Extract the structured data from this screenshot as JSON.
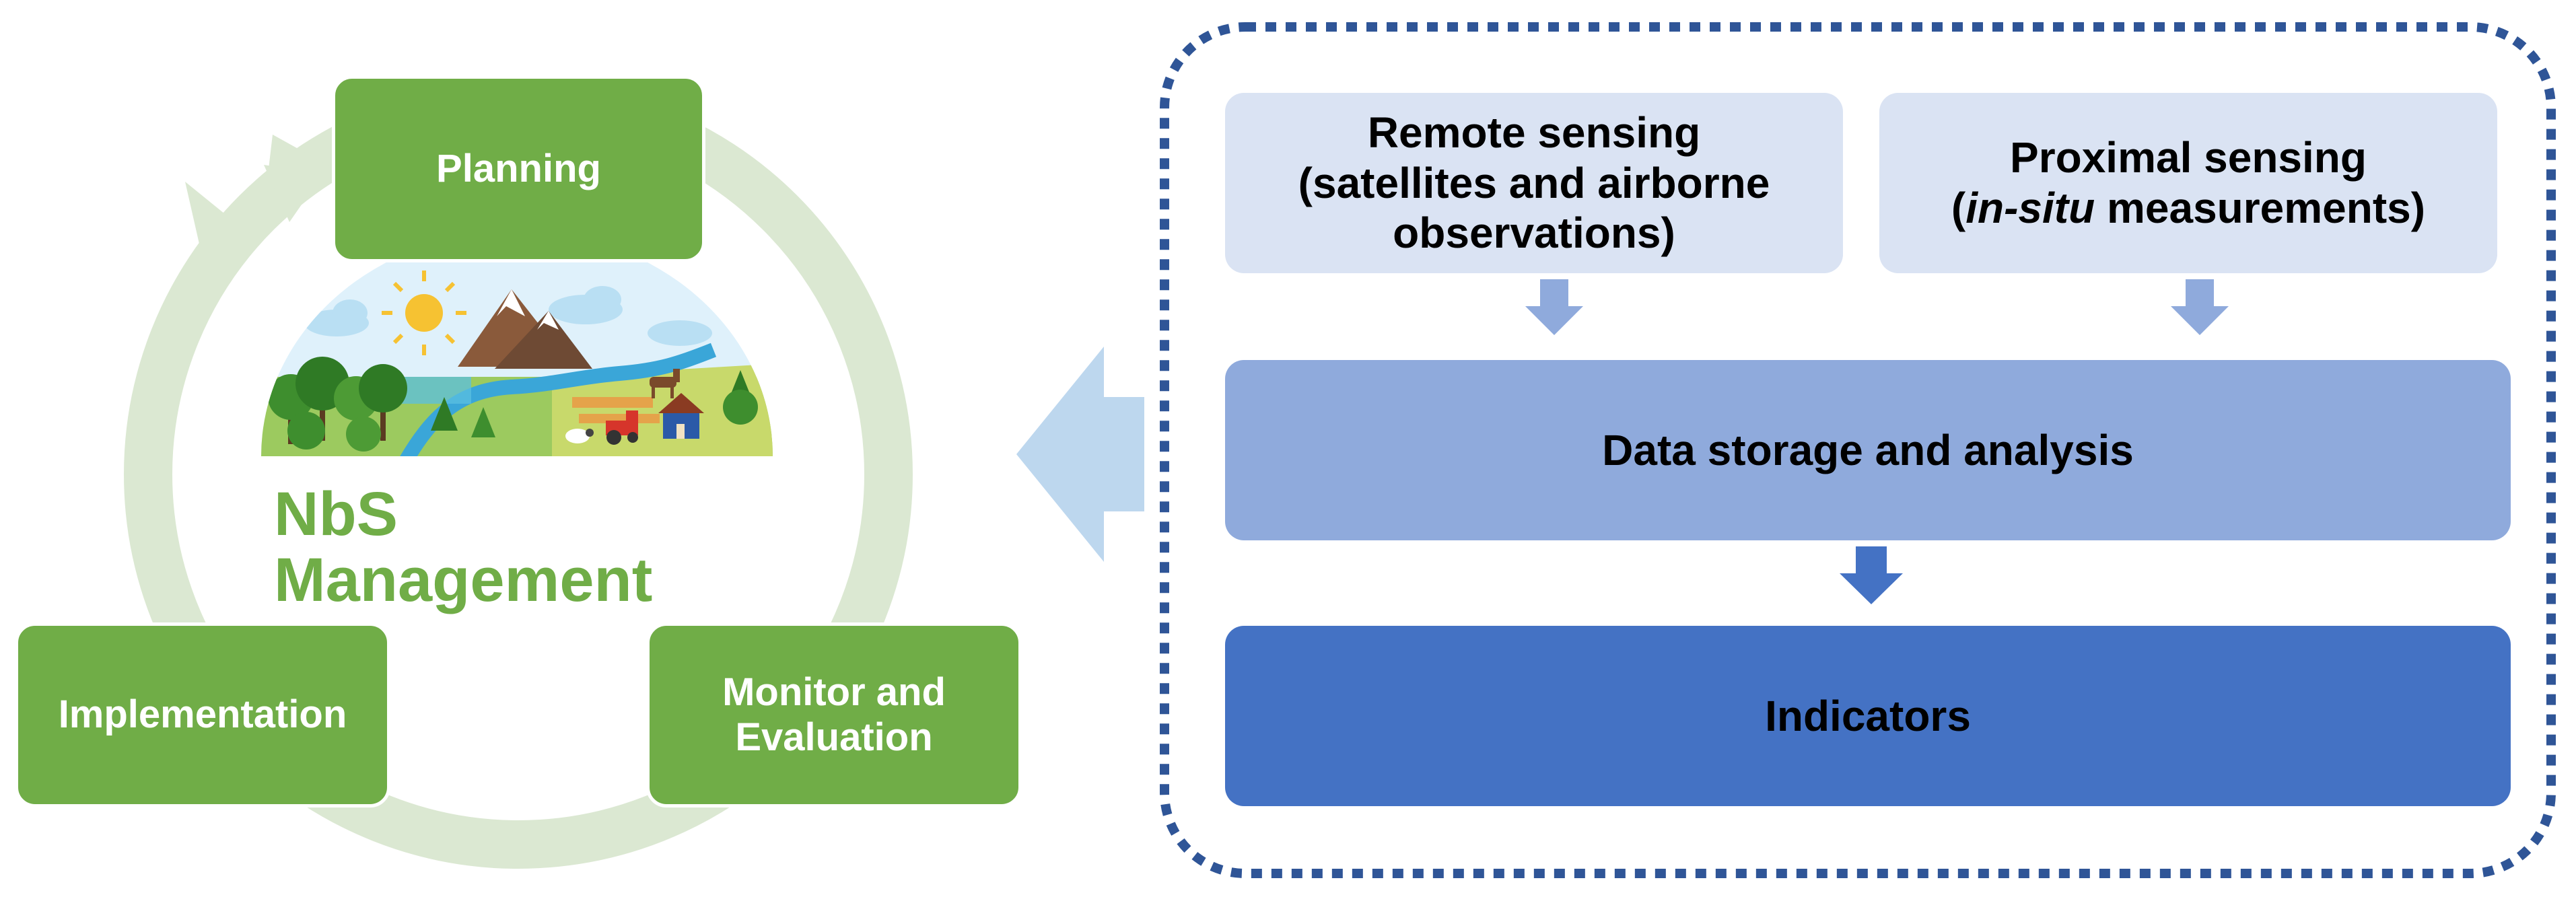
{
  "cycle": {
    "title_line1": "NbS",
    "title_line2": "Management",
    "planning": "Planning",
    "implementation": "Implementation",
    "monitor_line1": "Monitor and",
    "monitor_line2": "Evaluation"
  },
  "pipeline": {
    "remote_line1": "Remote sensing",
    "remote_line2": "(satellites and airborne",
    "remote_line3": "observations)",
    "proximal_line1": "Proximal sensing",
    "proximal_italic": "in-situ",
    "proximal_rest": " measurements)",
    "storage": "Data storage and analysis",
    "indicators": "Indicators"
  },
  "colors": {
    "nbs_green": "#70ad47",
    "cycle_ring": "#dbe8d2",
    "sensing_box": "#dae3f3",
    "storage_box": "#8faadc",
    "indicators_box": "#4472c4",
    "dotted_border": "#2f5597",
    "big_arrow": "#bdd7ee"
  }
}
